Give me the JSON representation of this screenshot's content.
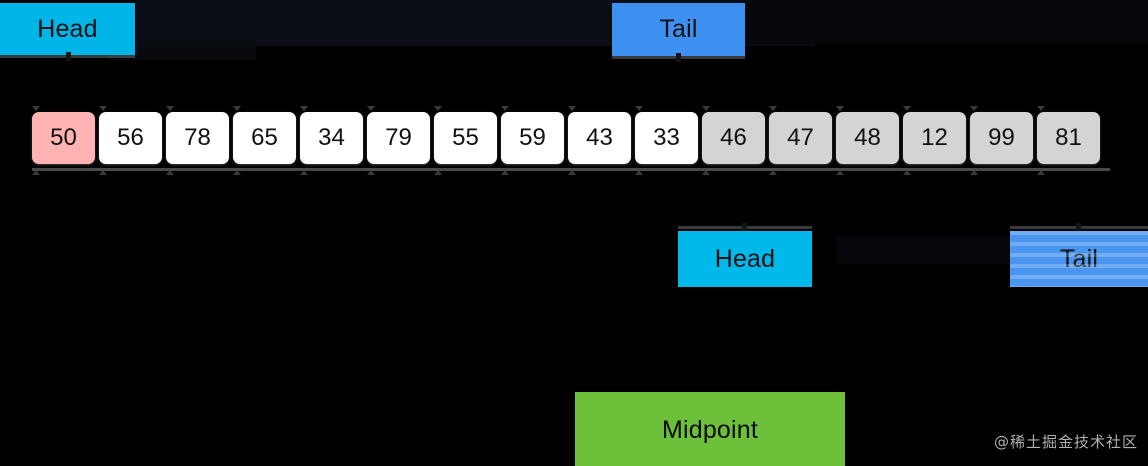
{
  "array": {
    "values": [
      "50",
      "56",
      "78",
      "65",
      "34",
      "79",
      "55",
      "59",
      "43",
      "33",
      "46",
      "47",
      "48",
      "12",
      "99",
      "81"
    ],
    "active_index": 0,
    "dim_start_index": 10,
    "colors": {
      "cell_bg": "#ffffff",
      "active_bg": "#ffb3b3",
      "dim_bg": "#d4d4d4",
      "text": "#111111"
    }
  },
  "pointers_top": [
    {
      "label": "Head",
      "color": "#00b5e8",
      "target_index": 0
    },
    {
      "label": "Tail",
      "color": "#3e90f0",
      "target_index": 10
    }
  ],
  "pointers_bottom": [
    {
      "label": "Head",
      "color": "#00b8ea",
      "target_index": 10
    },
    {
      "label": "Tail",
      "color": "#4a95ef",
      "target_index": 15
    }
  ],
  "midpoint": {
    "label": "Midpoint",
    "color": "#6cc03a"
  },
  "watermark": {
    "text": "@稀土掘金技术社区"
  }
}
